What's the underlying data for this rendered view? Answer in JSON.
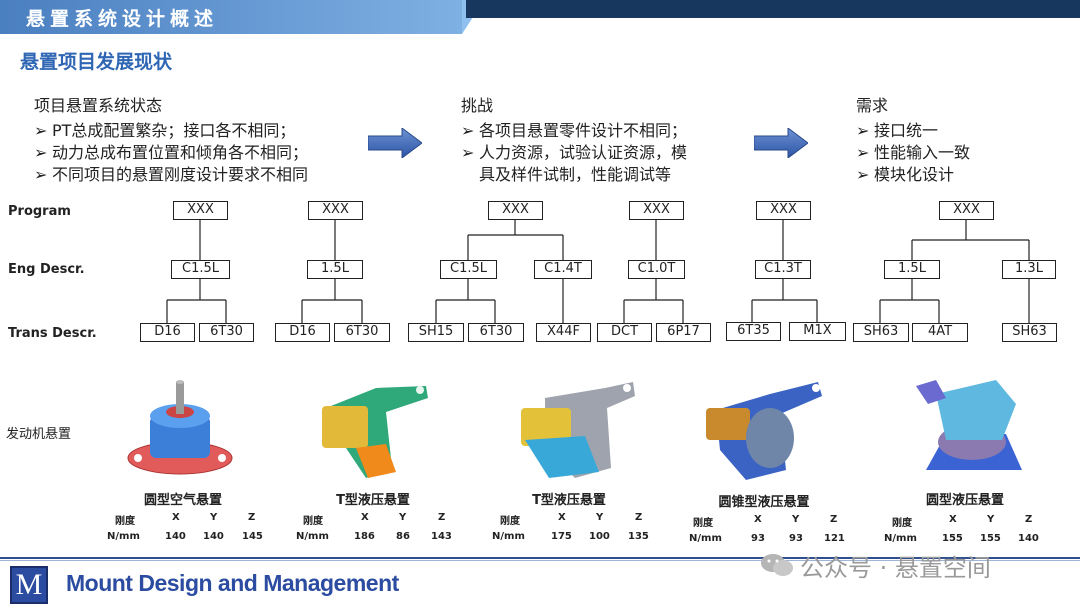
{
  "header": {
    "title": "悬置系统设计概述"
  },
  "subtitle": "悬置项目发展现状",
  "columns": [
    {
      "title": "项目悬置系统状态",
      "bullets": [
        "PT总成配置繁杂；接口各不相同；",
        "动力总成布置位置和倾角各不相同；",
        "不同项目的悬置刚度设计要求不相同"
      ]
    },
    {
      "title": "挑战",
      "bullets": [
        "各项目悬置零件设计不相同；",
        "人力资源，试验认证资源，模",
        "具及样件试制，性能调试等"
      ]
    },
    {
      "title": "需求",
      "bullets": [
        "接口统一",
        "性能输入一致",
        "模块化设计"
      ]
    }
  ],
  "bullet_marker": "➢",
  "row_labels": {
    "program": "Program",
    "engine": "Eng Descr.",
    "trans": "Trans Descr."
  },
  "tree": {
    "program": [
      "XXX",
      "XXX",
      "XXX",
      "XXX",
      "XXX",
      "XXX"
    ],
    "engine": [
      "C1.5L",
      "1.5L",
      "C1.5L",
      "C1.4T",
      "C1.0T",
      "C1.3T",
      "1.5L",
      "1.3L"
    ],
    "trans": [
      "D16",
      "6T30",
      "D16",
      "6T30",
      "SH15",
      "6T30",
      "X44F",
      "DCT",
      "6P17",
      "6T35",
      "M1X",
      "SH63",
      "4AT",
      "SH63"
    ]
  },
  "engine_mount_label": "发动机悬置",
  "mounts": [
    {
      "name": "圆型空气悬置",
      "stiffness_label": "刚度",
      "unit": "N/mm",
      "axes": [
        "X",
        "Y",
        "Z"
      ],
      "values": [
        "140",
        "140",
        "145"
      ]
    },
    {
      "name": "T型液压悬置",
      "stiffness_label": "刚度",
      "unit": "N/mm",
      "axes": [
        "X",
        "Y",
        "Z"
      ],
      "values": [
        "186",
        "86",
        "143"
      ]
    },
    {
      "name": "T型液压悬置",
      "stiffness_label": "刚度",
      "unit": "N/mm",
      "axes": [
        "X",
        "Y",
        "Z"
      ],
      "values": [
        "175",
        "100",
        "135"
      ]
    },
    {
      "name": "圆锥型液压悬置",
      "stiffness_label": "刚度",
      "unit": "N/mm",
      "axes": [
        "X",
        "Y",
        "Z"
      ],
      "values": [
        "93",
        "93",
        "121"
      ]
    },
    {
      "name": "圆型液压悬置",
      "stiffness_label": "刚度",
      "unit": "N/mm",
      "axes": [
        "X",
        "Y",
        "Z"
      ],
      "values": [
        "155",
        "155",
        "140"
      ]
    }
  ],
  "footer": {
    "logo": "M",
    "title": "Mount Design and Management",
    "watermark": "公众号 · 悬置空间"
  },
  "colors": {
    "accent": "#2f67b4",
    "header_dark": "#17375e",
    "arrow": "#3b66b5"
  }
}
